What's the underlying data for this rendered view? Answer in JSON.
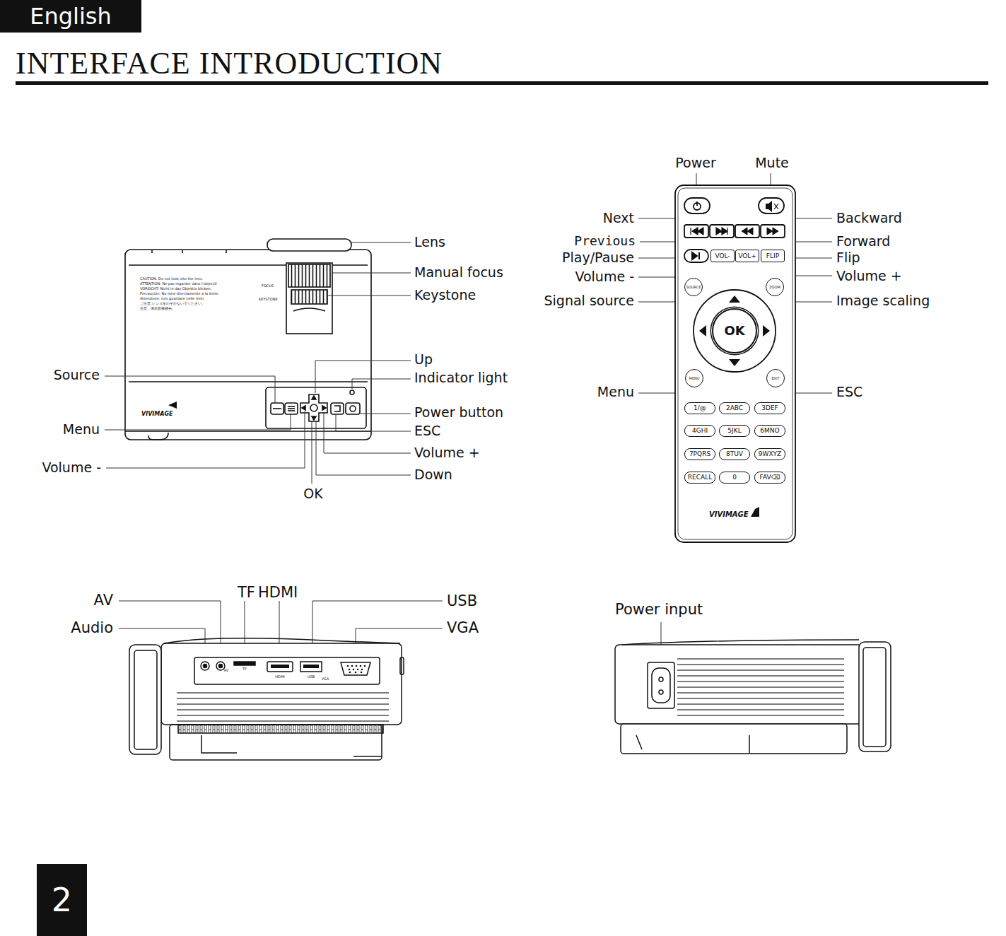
{
  "diagram": {
    "title": "INTERFACE INTRODUCTION",
    "nodes": [
      {
        "text": [
          "English"
        ]
      },
      {
        "text": [
          "2"
        ]
      },
      {
        "text": [
          "VOL-"
        ]
      },
      {
        "text": [
          "VOL+"
        ]
      },
      {
        "text": [
          "FLIP"
        ]
      },
      {
        "text": [
          "SOURCE"
        ]
      },
      {
        "text": [
          "ZOOM"
        ]
      },
      {
        "text": [
          "OK"
        ]
      },
      {
        "text": [
          "MENU"
        ]
      },
      {
        "text": [
          "EXIT"
        ]
      },
      {
        "text": [
          "1/@"
        ]
      },
      {
        "text": [
          "2ABC"
        ]
      },
      {
        "text": [
          "3DEF"
        ]
      },
      {
        "text": [
          "4GHI"
        ]
      },
      {
        "text": [
          "5JKL"
        ]
      },
      {
        "text": [
          "6MNO"
        ]
      },
      {
        "text": [
          "7PQRS"
        ]
      },
      {
        "text": [
          "8TUV"
        ]
      },
      {
        "text": [
          "9WXYZ"
        ]
      },
      {
        "text": [
          "RECALL"
        ]
      },
      {
        "text": [
          "0"
        ]
      },
      {
        "text": [
          "FAV⌫"
        ]
      }
    ],
    "edges": [],
    "labels": [
      "Lens",
      "Manual focus",
      "Keystone",
      "Up",
      "Indicator light",
      "Power button",
      "ESC",
      "Volume +",
      "Down",
      "OK",
      "Source",
      "Menu",
      "Volume -",
      "Power",
      "Mute",
      "Next",
      "Previous",
      "Play/Pause",
      "Volume -",
      "Signal source",
      "Menu",
      "Backward",
      "Forward",
      "Flip",
      "Volume +",
      "Image scaling",
      "ESC",
      "AV",
      "Audio",
      "TF",
      "HDMI",
      "USB",
      "VGA",
      "Power input",
      "VIVIMAGE",
      "VIVIMAGE",
      "FOCUS",
      "KEYSTONE",
      "CAUTION: Do not look into the lens.",
      "ATTENTION: Ne pas regarder dans l'objectif.",
      "VORSICHT: Nicht in das Objektiv blicken.",
      "Precaución: No mire directamente a la lente.",
      "Attenzione: non guardare nelle lenti.",
      "ご注意:レンズをのぞかないでください。",
      "注意：请勿直视镜头。",
      "AV",
      "TF",
      "HDMI",
      "USB",
      "VGA"
    ]
  }
}
